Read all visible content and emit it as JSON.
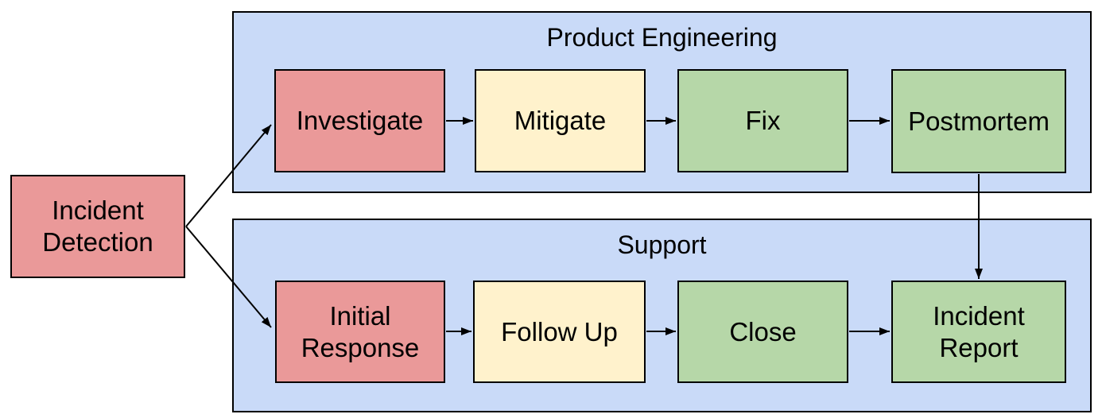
{
  "palette": {
    "node_red": "#EA9999",
    "node_yellow": "#FFF2CC",
    "node_green": "#B6D7A8",
    "lane_blue": "#C9DAF8",
    "border": "#000000",
    "background": "#FFFFFF"
  },
  "start_node": {
    "label": "Incident Detection",
    "color": "#EA9999"
  },
  "lanes": [
    {
      "title": "Product Engineering",
      "nodes": [
        {
          "label": "Investigate",
          "color": "#EA9999"
        },
        {
          "label": "Mitigate",
          "color": "#FFF2CC"
        },
        {
          "label": "Fix",
          "color": "#B6D7A8"
        },
        {
          "label": "Postmortem",
          "color": "#B6D7A8"
        }
      ]
    },
    {
      "title": "Support",
      "nodes": [
        {
          "label": "Initial Response",
          "color": "#EA9999"
        },
        {
          "label": "Follow Up",
          "color": "#FFF2CC"
        },
        {
          "label": "Close",
          "color": "#B6D7A8"
        },
        {
          "label": "Incident Report",
          "color": "#B6D7A8"
        }
      ]
    }
  ],
  "edges": [
    {
      "from": "Incident Detection",
      "to": "Investigate"
    },
    {
      "from": "Incident Detection",
      "to": "Initial Response"
    },
    {
      "from": "Investigate",
      "to": "Mitigate"
    },
    {
      "from": "Mitigate",
      "to": "Fix"
    },
    {
      "from": "Fix",
      "to": "Postmortem"
    },
    {
      "from": "Postmortem",
      "to": "Incident Report"
    },
    {
      "from": "Initial Response",
      "to": "Follow Up"
    },
    {
      "from": "Follow Up",
      "to": "Close"
    },
    {
      "from": "Close",
      "to": "Incident Report"
    }
  ]
}
